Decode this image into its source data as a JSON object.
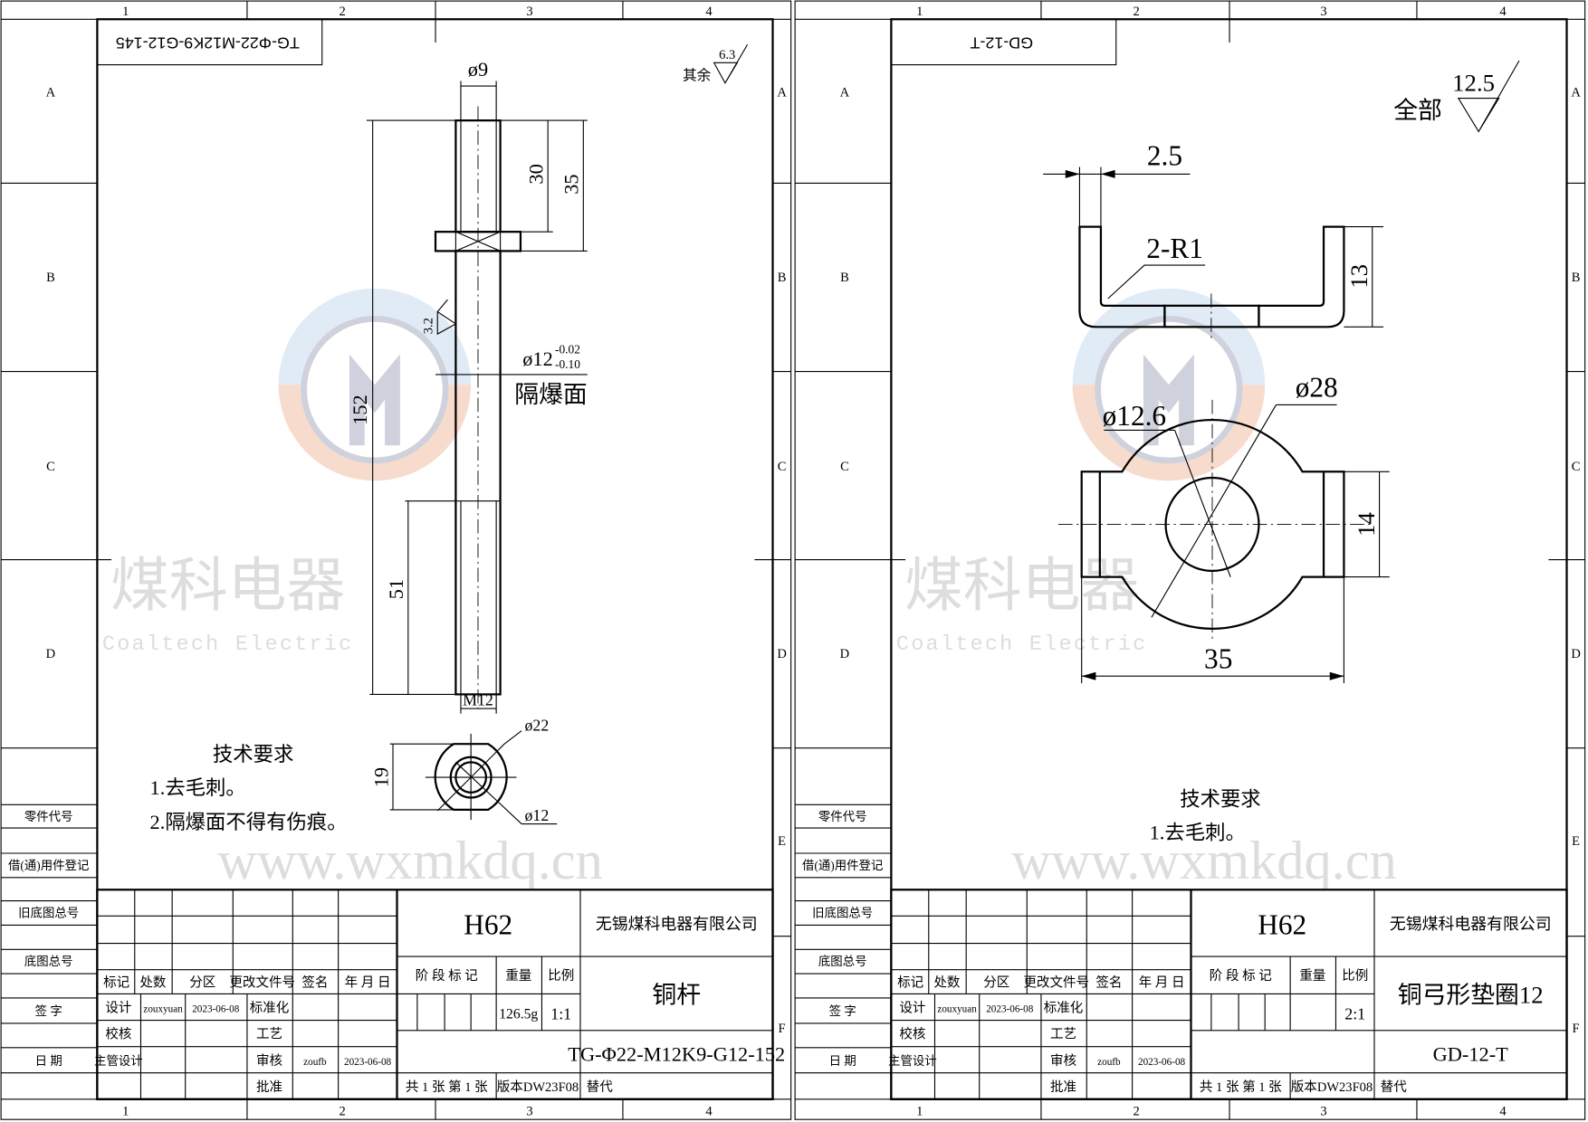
{
  "frame": {
    "columns": [
      "1",
      "2",
      "3",
      "4"
    ],
    "zones": [
      "A",
      "B",
      "C",
      "D",
      "E",
      "F"
    ],
    "side_labels": [
      "零件代号",
      "借(通)用件登记",
      "旧底图总号",
      "底图总号",
      "签  字",
      "日  期"
    ]
  },
  "title_block_labels": {
    "mark": "标记",
    "count": "处数",
    "zone": "分区",
    "change_doc": "更改文件号",
    "sign": "签名",
    "date": "年 月 日",
    "design": "设计",
    "check": "校核",
    "chief_design": "主管设计",
    "standardize": "标准化",
    "process": "工艺",
    "review": "审核",
    "approve": "批准",
    "stage_mark": "阶 段 标 记",
    "weight": "重量",
    "scale": "比例",
    "sheets": "共 1 张  第 1 张",
    "version": "版本DW23F08",
    "replace": "替代"
  },
  "watermark": {
    "cn": "煤科电器",
    "en": "Coaltech Electric",
    "url": "www.wxmkdq.cn",
    "logo_colors": {
      "blue": "#dbe8f5",
      "orange": "#f6d6c4",
      "gray": "#c7cad6"
    }
  },
  "sheets": [
    {
      "code_box": "TG-Φ22-M12K9-G12-145",
      "material": "H62",
      "company": "无锡煤科电器有限公司",
      "part_name": "铜杆",
      "drawing_no": "TG-Φ22-M12K9-G12-152",
      "weight": "126.5g",
      "scale": "1:1",
      "designer": "zouxyuan",
      "design_date": "2023-06-08",
      "reviewer": "zoufb",
      "review_date": "2023-06-08",
      "roughness": {
        "prefix": "其余",
        "value": "6.3"
      },
      "tech_req": {
        "title": "技术要求",
        "items": [
          "1.去毛刺。",
          "2.隔爆面不得有伤痕。"
        ]
      },
      "dims": {
        "d9": "ø9",
        "l30": "30",
        "l35": "35",
        "l152": "152",
        "l51": "51",
        "rough32": "3.2",
        "d12": "ø12",
        "tol_up": "-0.02",
        "tol_low": "-0.10",
        "flame_face": "隔爆面",
        "thread": "M12",
        "d22": "ø22",
        "h19": "19",
        "d12b": "ø12"
      }
    },
    {
      "code_box": "GD-12-T",
      "material": "H62",
      "company": "无锡煤科电器有限公司",
      "part_name": "铜弓形垫圈12",
      "drawing_no": "GD-12-T",
      "weight": "",
      "scale": "2:1",
      "designer": "zouxyuan",
      "design_date": "2023-06-08",
      "reviewer": "zoufb",
      "review_date": "2023-06-08",
      "roughness": {
        "prefix": "全部",
        "value": "12.5"
      },
      "tech_req": {
        "title": "技术要求",
        "items": [
          "1.去毛刺。"
        ]
      },
      "dims": {
        "t25": "2.5",
        "r1": "2-R1",
        "h13": "13",
        "d28": "ø28",
        "d126": "ø12.6",
        "h14": "14",
        "w35": "35"
      }
    }
  ]
}
